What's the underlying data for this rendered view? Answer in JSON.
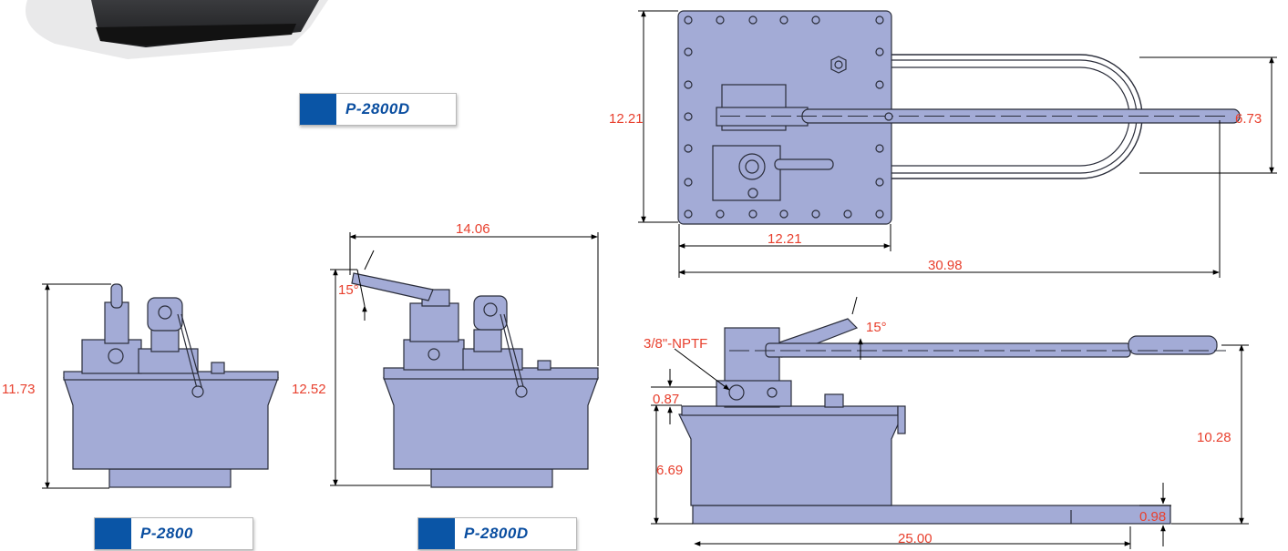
{
  "labels": {
    "top": "P-2800D",
    "bottom_left": "P-2800",
    "bottom_mid": "P-2800D"
  },
  "dimensions": {
    "top_height": "12.21",
    "top_width": "12.21",
    "top_overall": "30.98",
    "top_handle": "6.73",
    "left_height": "11.73",
    "mid_width": "14.06",
    "mid_height": "12.52",
    "mid_angle": "15°",
    "side_angle": "15°",
    "port": "3/8\"-NPTF",
    "side_valve": "0.87",
    "side_reservoir": "6.69",
    "side_handle_height": "10.28",
    "side_base": "0.98",
    "side_length": "25.00"
  },
  "colors": {
    "body": "#a3abd6",
    "outline": "#2a2d3a",
    "dimension": "#e8402e",
    "label_square": "#0a55a6"
  }
}
